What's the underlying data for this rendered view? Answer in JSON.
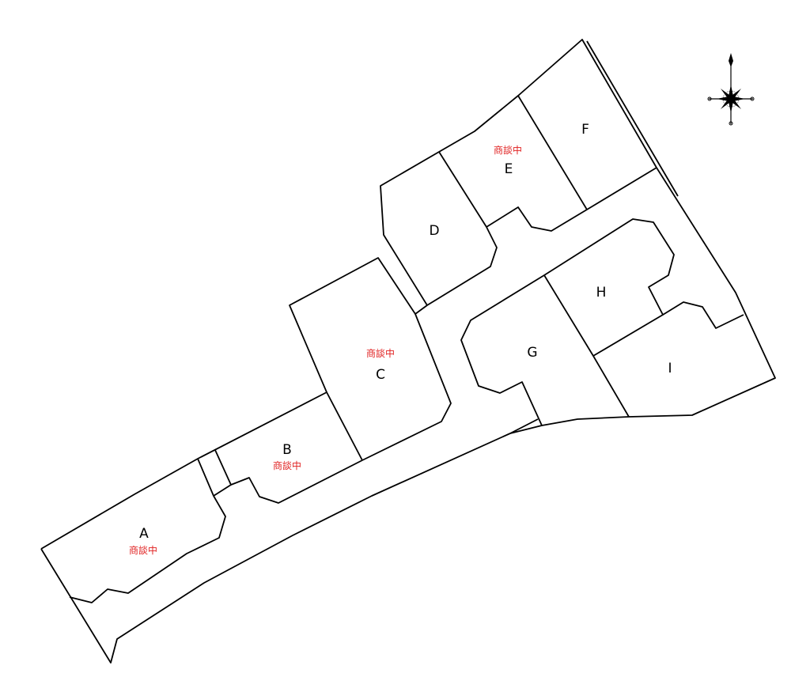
{
  "colors": {
    "status": "#e02020",
    "line": "#000000"
  },
  "compass": {
    "icon": "compass-rose-icon",
    "direction": "north-up"
  },
  "lots": [
    {
      "id": "A",
      "status": "商談中"
    },
    {
      "id": "B",
      "status": "商談中"
    },
    {
      "id": "C",
      "status": "商談中"
    },
    {
      "id": "D",
      "status": ""
    },
    {
      "id": "E",
      "status": "商談中"
    },
    {
      "id": "F",
      "status": ""
    },
    {
      "id": "G",
      "status": ""
    },
    {
      "id": "H",
      "status": ""
    },
    {
      "id": "I",
      "status": ""
    }
  ]
}
